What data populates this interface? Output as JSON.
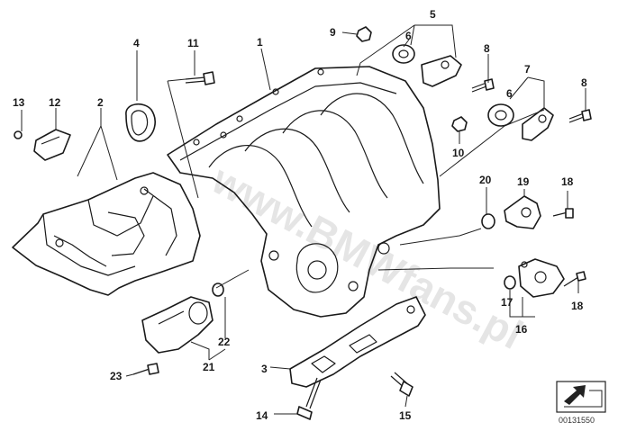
{
  "diagram": {
    "callouts": {
      "c1": "1",
      "c2": "2",
      "c3": "3",
      "c4": "4",
      "c5": "5",
      "c6a": "6",
      "c6b": "6",
      "c7": "7",
      "c8a": "8",
      "c8b": "8",
      "c9": "9",
      "c10": "10",
      "c11": "11",
      "c12": "12",
      "c13": "13",
      "c14": "14",
      "c15": "15",
      "c16": "16",
      "c17": "17",
      "c18a": "18",
      "c18b": "18",
      "c19": "19",
      "c20": "20",
      "c21": "21",
      "c22": "22",
      "c23": "23"
    },
    "watermark": "www.BMWfans.pl",
    "reference_number": "00131550",
    "arrow_icon": "diagonal-arrow-icon"
  }
}
